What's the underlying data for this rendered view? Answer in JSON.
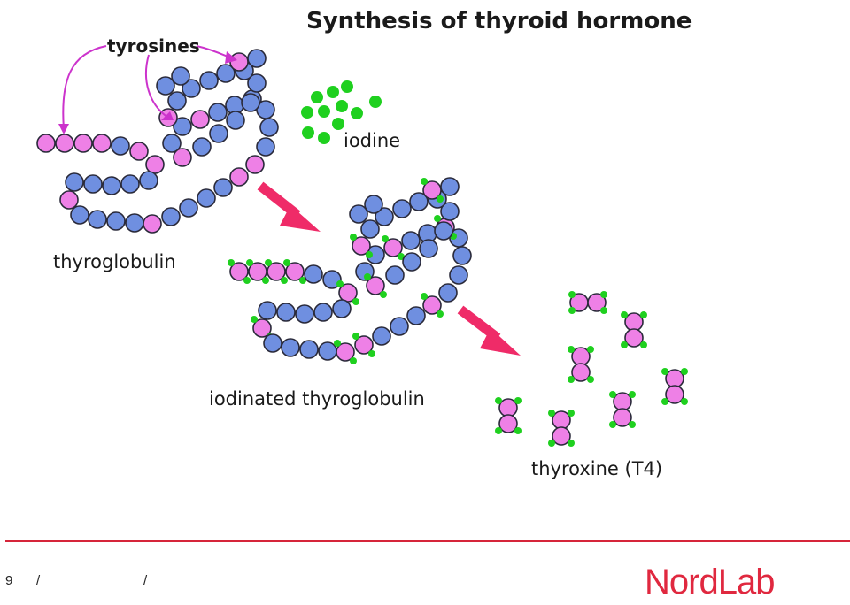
{
  "slide": {
    "title": "Synthesis of thyroid hormone",
    "labels": {
      "tyrosines": "tyrosines",
      "iodine": "iodine",
      "thyroglobulin": "thyroglobulin",
      "iodinated": "iodinated thyroglobulin",
      "thyroxine": "thyroxine (T4)"
    }
  },
  "footer": {
    "page_number": "9",
    "separator": "/",
    "brand": "NordLab"
  },
  "colors": {
    "accent": "#e0283f",
    "tyrosine": "#ee80e6",
    "residue": "#6f8fe0",
    "iodine": "#1fd01f",
    "arrow": "#ef2b68",
    "pointer": "#cc33cc"
  }
}
